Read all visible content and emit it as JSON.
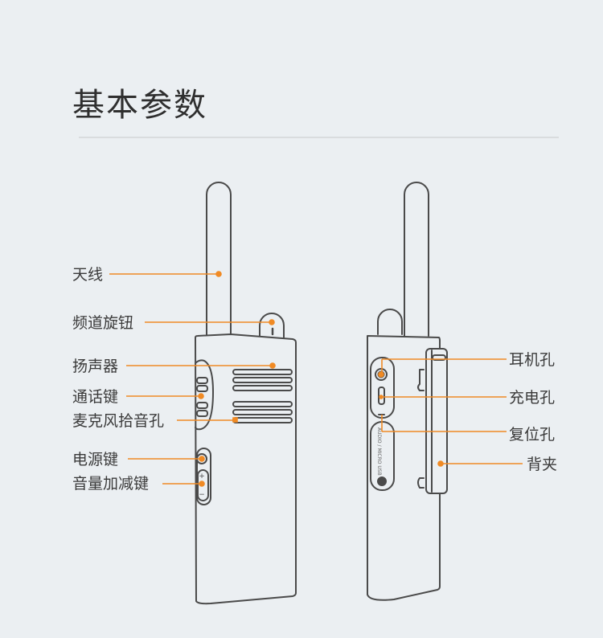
{
  "header": {
    "title": "基本参数"
  },
  "front_view": {
    "labels": [
      {
        "id": "antenna",
        "text": "天线"
      },
      {
        "id": "channel-knob",
        "text": "频道旋钮"
      },
      {
        "id": "speaker",
        "text": "扬声器"
      },
      {
        "id": "ptt-button",
        "text": "通话键"
      },
      {
        "id": "microphone",
        "text": "麦克风拾音孔"
      },
      {
        "id": "power-button",
        "text": "电源键"
      },
      {
        "id": "volume-button",
        "text": "音量加减键"
      }
    ],
    "volume_symbols": {
      "plus": "+",
      "minus": "−"
    }
  },
  "side_view": {
    "labels": [
      {
        "id": "earphone-jack",
        "text": "耳机孔"
      },
      {
        "id": "charging-port",
        "text": "充电孔"
      },
      {
        "id": "reset-hole",
        "text": "复位孔"
      },
      {
        "id": "back-clip",
        "text": "背夹"
      }
    ],
    "port_cover_text": "AUDIO / MICRO USB"
  },
  "colors": {
    "accent": "#f08a24",
    "outline": "#4a4a4a",
    "background": "#ebeff2"
  }
}
